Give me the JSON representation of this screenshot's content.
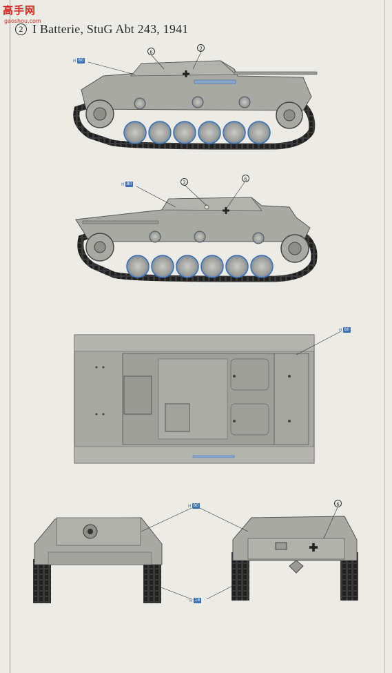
{
  "watermark": {
    "title": "高手网",
    "url": "gaoshou.com"
  },
  "heading": {
    "marker": "2",
    "title": "I Batterie, StuG Abt 243, 1941"
  },
  "callouts": [
    {
      "prefix": "H",
      "code": "80"
    },
    {
      "prefix": "H",
      "code": "80"
    },
    {
      "prefix": "H",
      "code": "80"
    },
    {
      "prefix": "H",
      "code": "80"
    },
    {
      "prefix": "H",
      "code": "18"
    }
  ],
  "markers": {
    "two": "2",
    "six": "6"
  },
  "colors": {
    "panzer_grey": "#a9a9a4",
    "track": "#2f2f2f",
    "wheel_blue": "#8aa8cc",
    "callout_blue": "#3a6fb3"
  }
}
